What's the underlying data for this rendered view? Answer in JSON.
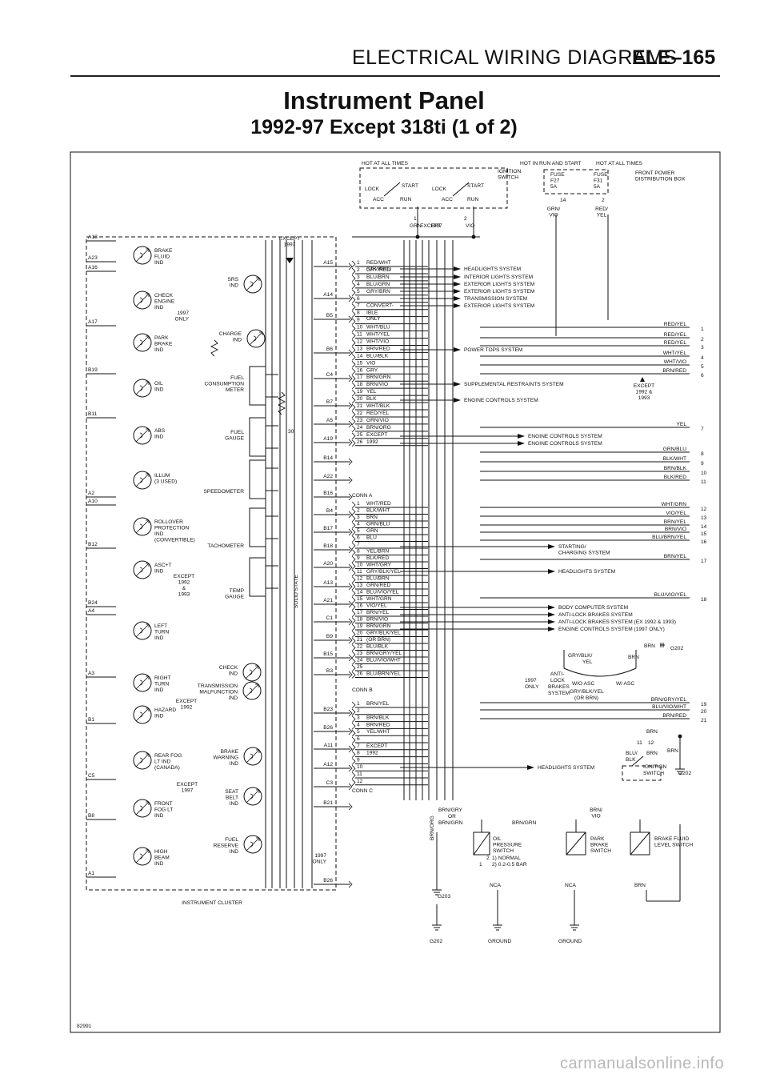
{
  "header": {
    "section_title": "ELECTRICAL WIRING DIAGRAMS",
    "page_code": "ELE–165"
  },
  "diagram": {
    "title": "Instrument Panel",
    "subtitle": "1992-97 Except 318ti (1 of 2)",
    "figure_id": "82991",
    "cluster_label": "INSTRUMENT CLUSTER",
    "power": {
      "hot_all_times_1": "HOT AT ALL TIMES",
      "hot_run_start": "HOT IN RUN AND START",
      "hot_all_times_2": "HOT AT ALL TIMES",
      "ignition_switch": [
        "IGNITION",
        "SWITCH"
      ],
      "lock_1": "LOCK",
      "start_1": "START",
      "lock_2": "LOCK",
      "start_2": "START",
      "acc_1": "ACC",
      "run_1": "RUN",
      "acc_2": "ACC",
      "run_2": "RUN",
      "fuse_f27": [
        "FUSE",
        "F27",
        "5A"
      ],
      "fuse_f31": [
        "FUSE",
        "F31",
        "5A"
      ],
      "front_power": [
        "FRONT POWER",
        "DISTRIBUTION BOX"
      ],
      "pin14": "14",
      "pin2": "2",
      "grn_vio": [
        "GRN/",
        "VIO"
      ],
      "red_yel": [
        "RED/",
        "YEL"
      ],
      "pin1": "1",
      "except": "EXCEPT",
      "pin2b": "2",
      "grn": "GRN",
      "year": "1997",
      "vio": "VIO"
    },
    "left_connectors": [
      "A18",
      "A23",
      "A16",
      "A17",
      "B19",
      "B11",
      "A2",
      "A10",
      "B12",
      "B24",
      "A4",
      "A3",
      "B1",
      "C5",
      "B8",
      "A1"
    ],
    "right_pins": [
      "A15",
      "A14",
      "B5",
      "B6",
      "C4",
      "B7",
      "A5",
      "A19",
      "B14",
      "A22",
      "B16",
      "B4",
      "B17",
      "B18",
      "A20",
      "A13",
      "A21",
      "C1",
      "B9",
      "B15",
      "B3",
      "B23",
      "B26",
      "A11",
      "A12",
      "C3",
      "B21",
      "B26"
    ],
    "indicators": [
      {
        "label": [
          "BRAKE",
          "FLUID",
          "IND"
        ]
      },
      {
        "label": [
          "SRS",
          "IND"
        ]
      },
      {
        "label": [
          "CHECK",
          "ENGINE",
          "IND"
        ]
      },
      {
        "label": [
          "PARK",
          "BRAKE",
          "IND"
        ]
      },
      {
        "label": [
          "CHARGE",
          "IND"
        ]
      },
      {
        "label": [
          "OIL",
          "IND"
        ]
      },
      {
        "label": [
          "ABS",
          "IND"
        ]
      },
      {
        "label": [
          "ILLUM",
          "(3 USED)"
        ]
      },
      {
        "label": [
          "ROLLOVER",
          "PROTECTION",
          "IND",
          "(CONVERTIBLE)"
        ]
      },
      {
        "label": [
          "ASC+T",
          "IND"
        ]
      },
      {
        "label": [
          "LEFT",
          "TURN",
          "IND"
        ]
      },
      {
        "label": [
          "CHECK",
          "IND"
        ]
      },
      {
        "label": [
          "RIGHT",
          "TURN",
          "IND"
        ]
      },
      {
        "label": [
          "TRANSMISSION",
          "MALFUNCTION",
          "IND"
        ]
      },
      {
        "label": [
          "HAZARD",
          "IND"
        ]
      },
      {
        "label": [
          "BRAKE",
          "WARNING",
          "IND"
        ]
      },
      {
        "label": [
          "REAR FOG",
          "LT IND",
          "(CANADA)"
        ]
      },
      {
        "label": [
          "SEAT",
          "BELT",
          "IND"
        ]
      },
      {
        "label": [
          "FRONT",
          "FOG LT",
          "IND"
        ]
      },
      {
        "label": [
          "FUEL",
          "RESERVE",
          "IND"
        ]
      },
      {
        "label": [
          "HIGH",
          "BEAM",
          "IND"
        ]
      }
    ],
    "gauges": [
      {
        "label": [
          "FUEL",
          "CONSUMPTION",
          "METER"
        ]
      },
      {
        "label": [
          "FUEL",
          "GAUGE"
        ]
      },
      {
        "label": "SPEEDOMETER"
      },
      {
        "label": "TACHOMETER"
      },
      {
        "label": [
          "TEMP",
          "GAUGE"
        ]
      }
    ],
    "notes": {
      "except_1997": [
        "EXCEPT",
        "1997"
      ],
      "only_1997": [
        "1997",
        "ONLY"
      ],
      "except_1992_1993": [
        "EXCEPT",
        "1992",
        "&",
        "1993"
      ],
      "except_1992": [
        "EXCEPT",
        "1992"
      ],
      "except_1997b": [
        "EXCEPT",
        "1997"
      ],
      "only_1997b": [
        "1997",
        "ONLY"
      ],
      "solid_state": "SOLID STATE",
      "ohms": "30"
    },
    "connector_a": {
      "header": "",
      "rows": [
        {
          "pin": "1",
          "wire": "RED/WHT\n(OR WHT)"
        },
        {
          "pin": "2",
          "wire": "GRY/RED"
        },
        {
          "pin": "3",
          "wire": "BLU/BRN"
        },
        {
          "pin": "4",
          "wire": "BLU/GRN"
        },
        {
          "pin": "5",
          "wire": "GRY/BRN"
        },
        {
          "pin": "6",
          "wire": ""
        },
        {
          "pin": "7",
          "wire": "CONVERT-"
        },
        {
          "pin": "8",
          "wire": "IBLE\nONLY"
        },
        {
          "pin": "9",
          "wire": ""
        },
        {
          "pin": "10",
          "wire": "WHT/BLU"
        },
        {
          "pin": "11",
          "wire": "WHT/YEL"
        },
        {
          "pin": "12",
          "wire": "WHT/VIO"
        },
        {
          "pin": "13",
          "wire": "BRN/RED"
        },
        {
          "pin": "14",
          "wire": "BLU/BLK"
        },
        {
          "pin": "15",
          "wire": "VIO"
        },
        {
          "pin": "16",
          "wire": "GRY"
        },
        {
          "pin": "17",
          "wire": "BRN/GRN"
        },
        {
          "pin": "18",
          "wire": "BRN/VIO"
        },
        {
          "pin": "19",
          "wire": "YEL"
        },
        {
          "pin": "20",
          "wire": "BLK"
        },
        {
          "pin": "21",
          "wire": "WHT/BLK"
        },
        {
          "pin": "22",
          "wire": "RED/YEL"
        },
        {
          "pin": "23",
          "wire": "GRN/VIO"
        },
        {
          "pin": "24",
          "wire": "BRN/ORG"
        },
        {
          "pin": "25",
          "wire": "EXCEPT"
        },
        {
          "pin": "26",
          "wire": "1992"
        }
      ]
    },
    "connector_b": {
      "header": "CONN A",
      "rows": [
        {
          "pin": "1",
          "wire": "WHT/RED"
        },
        {
          "pin": "2",
          "wire": "BLK/WHT"
        },
        {
          "pin": "3",
          "wire": "BRN"
        },
        {
          "pin": "4",
          "wire": "GRN/BLU"
        },
        {
          "pin": "5",
          "wire": "GRN"
        },
        {
          "pin": "6",
          "wire": "BLU"
        },
        {
          "pin": "7",
          "wire": ""
        },
        {
          "pin": "8",
          "wire": "YEL/BRN"
        },
        {
          "pin": "9",
          "wire": "BLK/RED"
        },
        {
          "pin": "10",
          "wire": "WHT/GRY"
        },
        {
          "pin": "11",
          "wire": "GRY/BLK/YEL"
        },
        {
          "pin": "12",
          "wire": "BLU/BRN"
        },
        {
          "pin": "13",
          "wire": "GRN/RED"
        },
        {
          "pin": "14",
          "wire": "BLU/VIO/YEL"
        },
        {
          "pin": "15",
          "wire": "WHT/GRN"
        },
        {
          "pin": "16",
          "wire": "VIO/YEL"
        },
        {
          "pin": "17",
          "wire": "BRN/YEL"
        },
        {
          "pin": "18",
          "wire": "BRN/VIO"
        },
        {
          "pin": "19",
          "wire": "BRN/GRN"
        },
        {
          "pin": "20",
          "wire": "GRY/BLK/YEL"
        },
        {
          "pin": "21",
          "wire": "(OR BRN)"
        },
        {
          "pin": "22",
          "wire": "BLU/BLK"
        },
        {
          "pin": "23",
          "wire": "BRN/GRY/YEL"
        },
        {
          "pin": "24",
          "wire": "BLU/VIO/WHT"
        },
        {
          "pin": "25",
          "wire": ""
        },
        {
          "pin": "26",
          "wire": "BLU/BRN/YEL"
        }
      ]
    },
    "connector_c": {
      "header": "CONN B",
      "rows": [
        {
          "pin": "1",
          "wire": "BRN/YEL"
        },
        {
          "pin": "2",
          "wire": ""
        },
        {
          "pin": "3",
          "wire": "BRN/BLK"
        },
        {
          "pin": "4",
          "wire": "BRN/RED"
        },
        {
          "pin": "5",
          "wire": "YEL/WHT"
        },
        {
          "pin": "6",
          "wire": ""
        },
        {
          "pin": "7",
          "wire": "EXCEPT"
        },
        {
          "pin": "8",
          "wire": "1992"
        },
        {
          "pin": "9",
          "wire": ""
        },
        {
          "pin": "10",
          "wire": ""
        },
        {
          "pin": "11",
          "wire": ""
        },
        {
          "pin": "12",
          "wire": ""
        }
      ],
      "footer": "CONN C"
    },
    "destinations": [
      "HEADLIGHTS SYSTEM",
      "INTERIOR LIGHTS SYSTEM",
      "EXTERIOR LIGHTS SYSTEM",
      "EXTERIOR LIGHTS SYSTEM",
      "TRANSMISSION SYSTEM",
      "EXTERIOR LIGHTS SYSTEM",
      "POWER TOPS SYSTEM",
      "SUPPLEMENTAL RESTRAINTS SYSTEM",
      "ENGINE CONTROLS SYSTEM",
      "ENGINE CONTROLS SYSTEM",
      "ENGINE CONTROLS SYSTEM",
      "STARTING/\nCHARGING SYSTEM",
      "HEADLIGHTS SYSTEM",
      "BODY COMPUTER SYSTEM",
      "ANTI-LOCK BRAKES SYSTEM",
      "ANTI-LOCK BRAKES SYSTEM (EX 1992 & 1993)",
      "ENGINE CONTROLS SYSTEM (1997 ONLY)",
      "HEADLIGHTS SYSTEM"
    ],
    "except_srs": [
      "EXCEPT",
      "1992 &",
      "1993"
    ],
    "right_wires": [
      {
        "n": "1",
        "wire": "RED/YEL"
      },
      {
        "n": "2",
        "wire": "RED/YEL"
      },
      {
        "n": "3",
        "wire": "RED/YEL"
      },
      {
        "n": "4",
        "wire": "WHT/YEL"
      },
      {
        "n": "5",
        "wire": "WHT/VIO"
      },
      {
        "n": "6",
        "wire": "BRN/RED"
      },
      {
        "n": "7",
        "wire": "YEL"
      },
      {
        "n": "8",
        "wire": "GRN/BLU"
      },
      {
        "n": "9",
        "wire": "BLK/WHT"
      },
      {
        "n": "10",
        "wire": "BRN/BLK"
      },
      {
        "n": "11",
        "wire": "BLK/RED"
      },
      {
        "n": "12",
        "wire": "WHT/GRN"
      },
      {
        "n": "13",
        "wire": "VIO/YEL"
      },
      {
        "n": "14",
        "wire": "BRN/YEL"
      },
      {
        "n": "15",
        "wire": "BRN/VIO"
      },
      {
        "n": "16",
        "wire": "BLU/BRN/YEL"
      },
      {
        "n": "17",
        "wire": "BRN/YEL"
      },
      {
        "n": "18",
        "wire": "BLU/VIO/YEL"
      },
      {
        "n": "19",
        "wire": "BRN/GRY/YEL"
      },
      {
        "n": "20",
        "wire": "BLU/VIO/WHT"
      },
      {
        "n": "21",
        "wire": "BRN/RED"
      }
    ],
    "abs_block": {
      "brn": "BRN",
      "g202": "G202",
      "gry_blk": "GRY/BLK/",
      "yel": "YEL",
      "brn2": "BRN",
      "anti": "ANTI-",
      "lock": "LOCK",
      "brakes": "BRAKES",
      "system": "SYSTEM",
      "y1997": "1997",
      "only": "ONLY",
      "wo_asc": "W/O ASC",
      "w_asc": "W/ ASC",
      "wire_alt": "GRY/BLK/YEL",
      "wire_alt2": "(OR BRN)"
    },
    "ignition_block": {
      "brn": "BRN",
      "n11": "11",
      "n12": "12",
      "blu": "BLU/",
      "blk": "BLK",
      "brn2": "BRN",
      "brn3": "BRN",
      "ign": "IGNITION",
      "sw": "SWITCH",
      "g202": "G202"
    },
    "bottom_block": {
      "brn_gry": "BRN/GRY",
      "or": "OR",
      "brn_grn": "BRN/GRN",
      "brn_grn2": "BRN/GRN",
      "brn_vio": [
        "BRN/",
        "VIO"
      ],
      "brn_org": "BRN/ORG",
      "brn_side": "BRN",
      "oil": [
        "OIL",
        "PRESSURE",
        "SWITCH"
      ],
      "oil_1": "1) NORMAL",
      "oil_2": "2) 0.2-0.5 BAR",
      "n1": "1",
      "n2": "2",
      "park": [
        "PARK",
        "BRAKE",
        "SWITCH"
      ],
      "fluid": [
        "BRAKE FLUID",
        "LEVEL SWITCH"
      ],
      "nca1": "NCA",
      "nca2": "NCA",
      "brn_b": "BRN",
      "g203": "G203",
      "g202": "G202",
      "ground1": "GROUND",
      "ground2": "GROUND"
    }
  },
  "footer": {
    "watermark": "carmanualsonline.info"
  }
}
